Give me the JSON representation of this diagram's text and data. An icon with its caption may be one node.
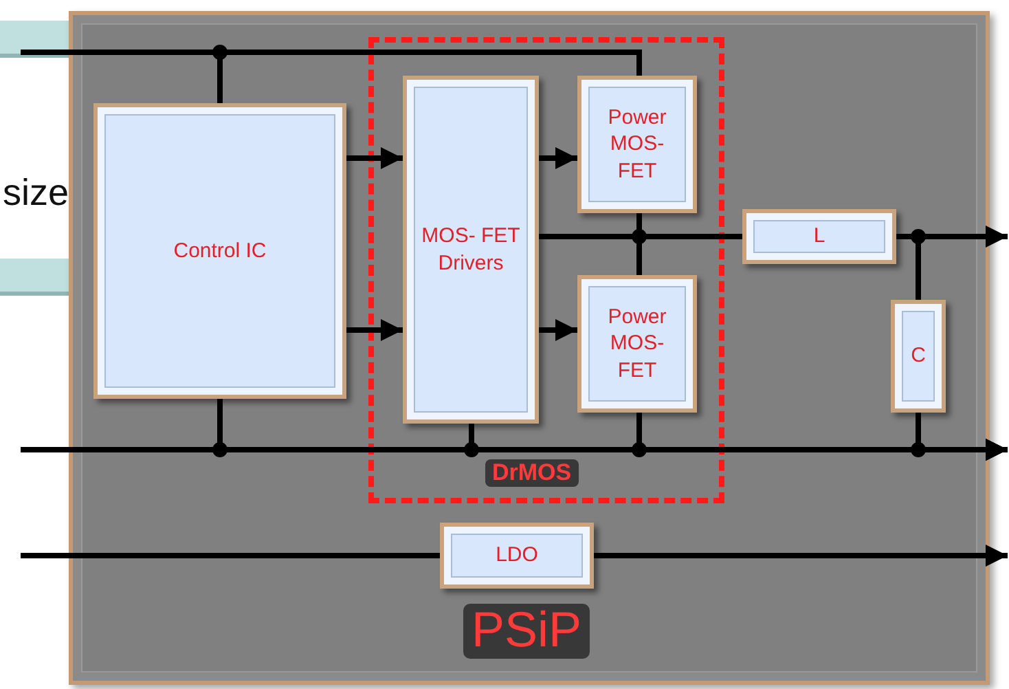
{
  "diagram": {
    "nodes": [
      {
        "text": [
          "PSiP"
        ]
      },
      {
        "text": [
          "DrMOS"
        ],
        "in": 0
      },
      {
        "text": [
          "Control IC"
        ],
        "in": 0
      },
      {
        "text": [
          "MOS- FET Drivers"
        ],
        "in": 1
      },
      {
        "text": [
          "Power MOS- FET"
        ],
        "in": 1
      },
      {
        "text": [
          "Power MOS- FET"
        ],
        "in": 1
      },
      {
        "text": [
          "L"
        ],
        "in": 0
      },
      {
        "text": [
          "C"
        ],
        "in": 0
      },
      {
        "text": [
          "LDO"
        ],
        "in": 0
      }
    ],
    "edges": [
      {
        "from": null,
        "to": 2,
        "arrow": "none"
      },
      {
        "from": null,
        "to": 4,
        "arrow": "none"
      },
      {
        "from": 2,
        "to": 3,
        "arrow": "to"
      },
      {
        "from": 2,
        "to": 3,
        "arrow": "to"
      },
      {
        "from": 3,
        "to": 4,
        "arrow": "to"
      },
      {
        "from": 3,
        "to": 5,
        "arrow": "to"
      },
      {
        "from": 3,
        "to": 6,
        "arrow": "none"
      },
      {
        "from": 4,
        "to": 6,
        "arrow": "none"
      },
      {
        "from": 5,
        "to": 6,
        "arrow": "none"
      },
      {
        "from": 6,
        "to": null,
        "arrow": "to"
      },
      {
        "from": 6,
        "to": 7,
        "arrow": "none"
      },
      {
        "from": null,
        "to": 2,
        "arrow": "none"
      },
      {
        "from": 2,
        "to": null,
        "arrow": "to"
      },
      {
        "from": 3,
        "to": null,
        "arrow": "to"
      },
      {
        "from": 5,
        "to": null,
        "arrow": "to"
      },
      {
        "from": 7,
        "to": null,
        "arrow": "to"
      },
      {
        "from": null,
        "to": 8,
        "arrow": "none"
      },
      {
        "from": 8,
        "to": null,
        "arrow": "to"
      }
    ],
    "labels": [
      "size"
    ]
  }
}
